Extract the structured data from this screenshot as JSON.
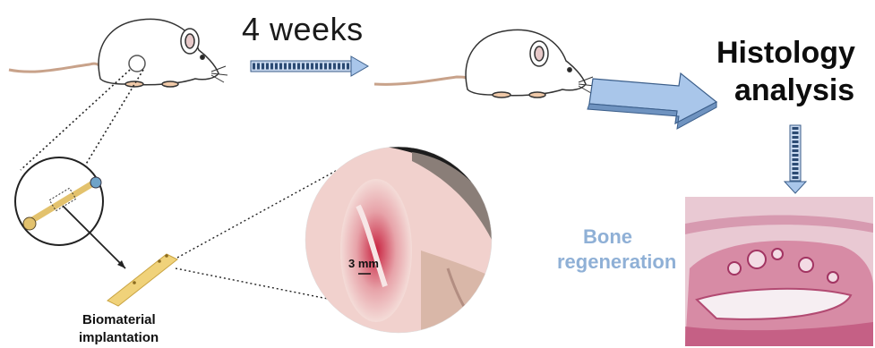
{
  "labels": {
    "duration": "4 weeks",
    "analysis_line1": "Histology",
    "analysis_line2": "analysis",
    "result_line1": "Bone",
    "result_line2": "regeneration",
    "procedure_line1": "Biomaterial",
    "procedure_line2": "implantation",
    "scale_bar": "3 mm"
  },
  "colors": {
    "result_text": "#8fb0d6",
    "arrow_fill": "#a9c6ea",
    "arrow_stroke": "#3b5e8a",
    "implant": "#f0d27a",
    "tissue": "#c2304a",
    "histology_bg": "#e9c9d3"
  }
}
